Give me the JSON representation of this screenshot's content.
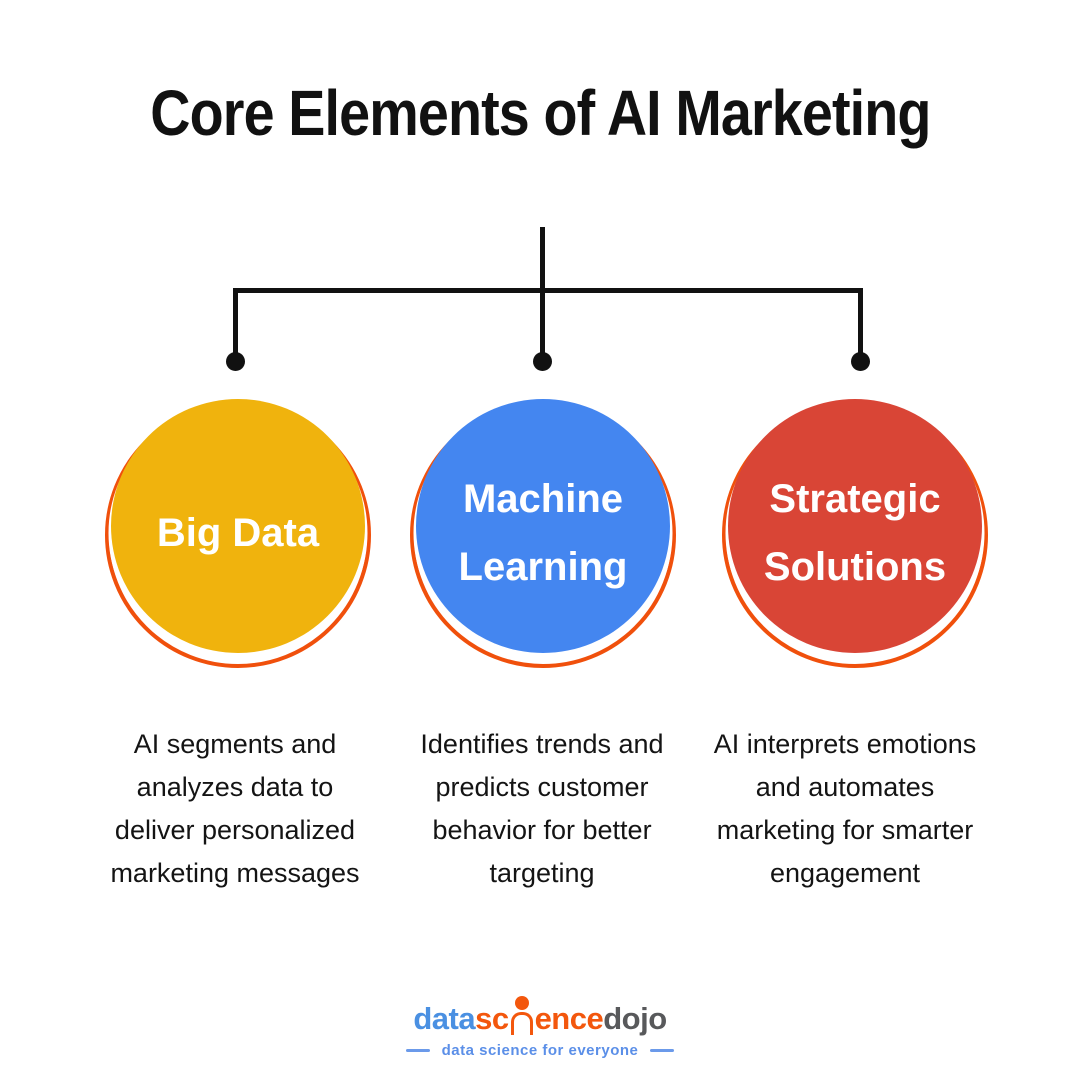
{
  "title": "Core Elements of AI Marketing",
  "diagram": {
    "line_color": "#111111",
    "ring_color": "#F0500C",
    "nodes": [
      {
        "id": "big-data",
        "color": "#F0B30D",
        "line1": "Big Data",
        "line2": "",
        "desc_lines": [
          "AI segments and",
          "analyzes data to",
          "deliver personalized",
          "marketing messages"
        ]
      },
      {
        "id": "machine-learning",
        "color": "#4486F0",
        "line1": "Machine",
        "line2": "Learning",
        "desc_lines": [
          "Identifies trends and",
          "predicts customer",
          "behavior for better",
          "targeting"
        ]
      },
      {
        "id": "strategic-solutions",
        "color": "#D94536",
        "line1": "Strategic",
        "line2": "Solutions",
        "desc_lines": [
          "AI interprets emotions",
          "and automates",
          "marketing for smarter",
          "engagement"
        ]
      }
    ]
  },
  "footer": {
    "brand_part_data": "data",
    "brand_part_sc": "sc",
    "brand_part_ence": "ence",
    "brand_part_dojo": "dojo",
    "tagline": "data science for everyone"
  }
}
